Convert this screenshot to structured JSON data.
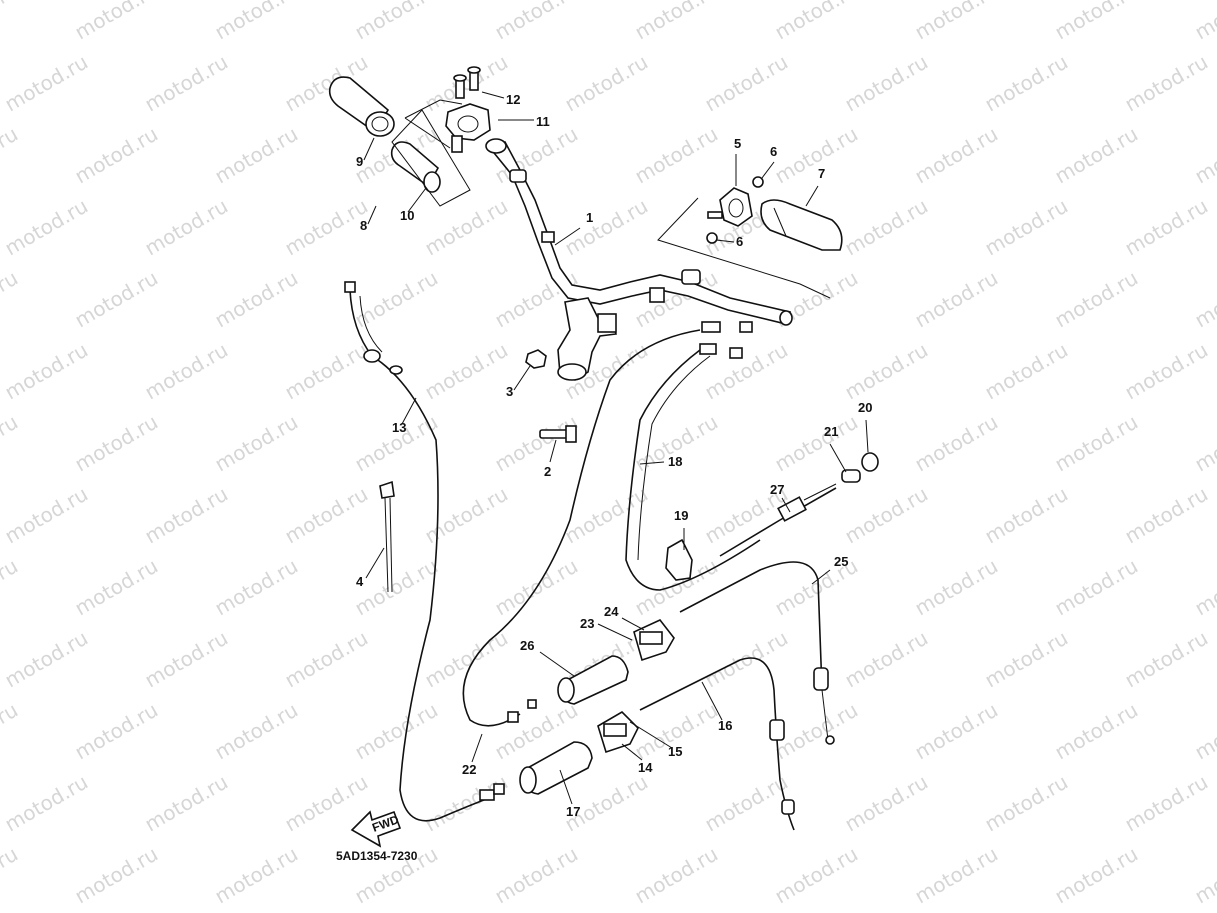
{
  "watermark": "motod.ru",
  "diagram_code": "5AD1354-7230",
  "fwd_label": "FWD",
  "callouts": [
    "1",
    "2",
    "3",
    "4",
    "5",
    "6",
    "6",
    "7",
    "8",
    "9",
    "10",
    "11",
    "12",
    "13",
    "14",
    "15",
    "16",
    "17",
    "18",
    "19",
    "20",
    "21",
    "22",
    "23",
    "24",
    "25",
    "26",
    "27"
  ]
}
